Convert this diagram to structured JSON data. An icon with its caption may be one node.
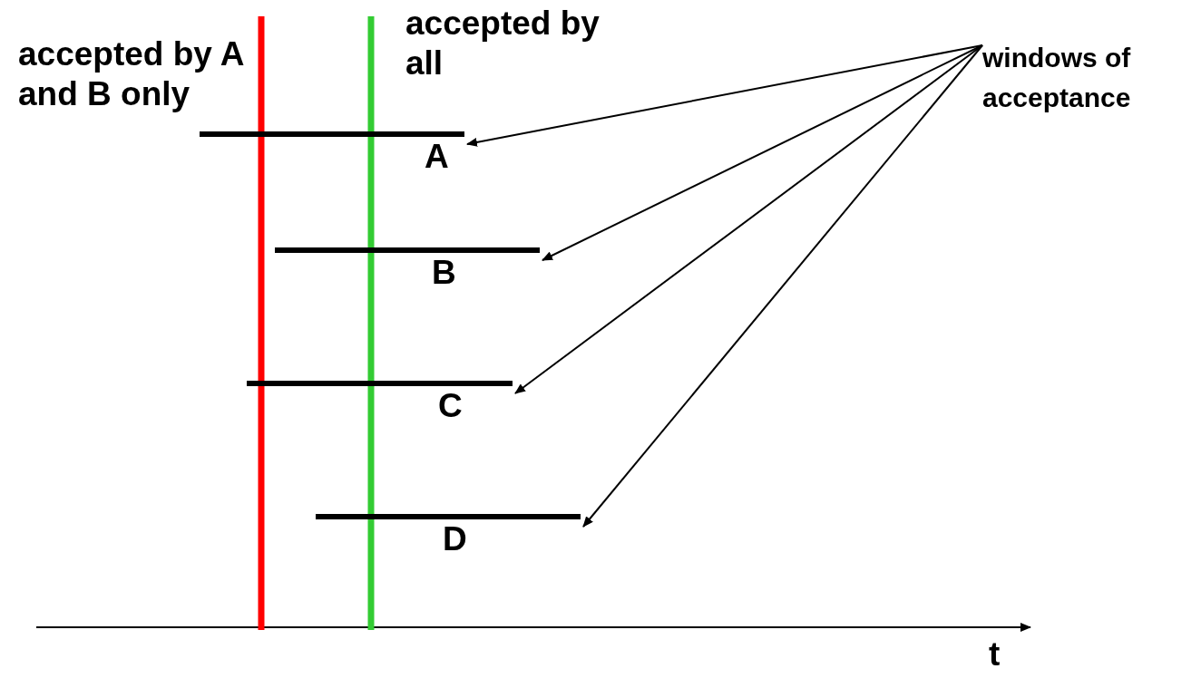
{
  "diagram": {
    "nodes": [
      {
        "text": [
          "windows of acceptance"
        ]
      },
      {
        "text": [
          "A"
        ]
      },
      {
        "text": [
          "B"
        ]
      },
      {
        "text": [
          "C"
        ]
      },
      {
        "text": [
          "D"
        ]
      }
    ],
    "edges": [
      {
        "from": 0,
        "to": 1,
        "arrow": "to"
      },
      {
        "from": 0,
        "to": 2,
        "arrow": "to"
      },
      {
        "from": 0,
        "to": 3,
        "arrow": "to"
      },
      {
        "from": 0,
        "to": 4,
        "arrow": "to"
      }
    ],
    "labels": [
      "accepted by A and B only",
      "accepted by all",
      "t"
    ]
  }
}
